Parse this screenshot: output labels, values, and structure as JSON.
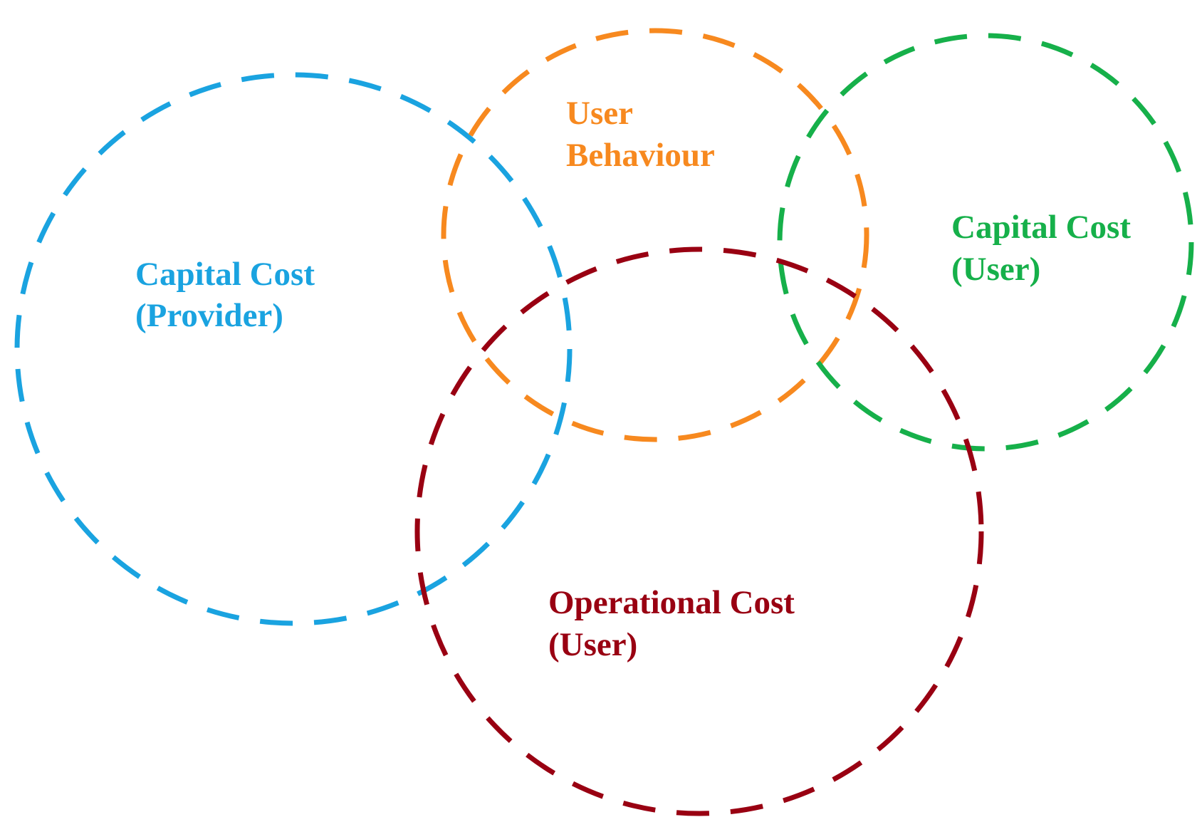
{
  "sets": [
    {
      "key": "capital_cost_provider",
      "lines": [
        "Capital Cost",
        "(Provider)"
      ],
      "color": "#1aa3e0"
    },
    {
      "key": "user_behaviour",
      "lines": [
        "User",
        "Behaviour"
      ],
      "color": "#f7891f"
    },
    {
      "key": "capital_cost_user",
      "lines": [
        "Capital Cost",
        "(User)"
      ],
      "color": "#16b04a"
    },
    {
      "key": "operational_cost_user",
      "lines": [
        "Operational Cost",
        "(User)"
      ],
      "color": "#990012"
    }
  ]
}
